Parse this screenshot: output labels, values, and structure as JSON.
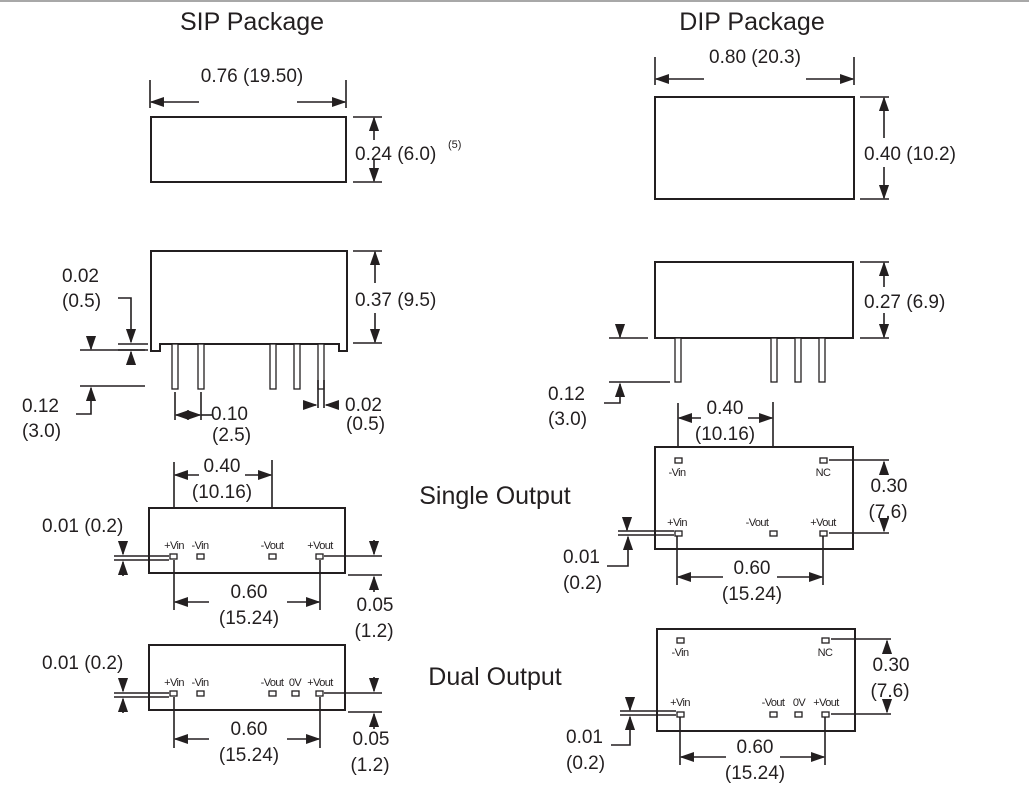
{
  "sip": {
    "title": "SIP Package",
    "top_view": {
      "width": "0.76 (19.50)",
      "height": "0.24 (6.0)",
      "height_note": "(5)"
    },
    "side_view": {
      "height": "0.37 (9.5)",
      "standoff_in": "0.02",
      "standoff_mm": "(0.5)",
      "pin_length_in": "0.12",
      "pin_length_mm": "(3.0)",
      "pitch_in": "0.10",
      "pitch_mm": "(2.5)",
      "pin_width_in": "0.02",
      "pin_width_mm": "(0.5)"
    },
    "single": {
      "spacing_in": "0.40",
      "spacing_mm": "(10.16)",
      "pad_size": "0.01 (0.2)",
      "pins": [
        "+Vin",
        "-Vin",
        "-Vout",
        "+Vout"
      ],
      "span_in": "0.60",
      "span_mm": "(15.24)",
      "edge_in": "0.05",
      "edge_mm": "(1.2)"
    },
    "dual": {
      "pad_size": "0.01 (0.2)",
      "pins": [
        "+Vin",
        "-Vin",
        "-Vout",
        "0V",
        "+Vout"
      ],
      "span_in": "0.60",
      "span_mm": "(15.24)",
      "edge_in": "0.05",
      "edge_mm": "(1.2)"
    }
  },
  "dip": {
    "title": "DIP Package",
    "top_view": {
      "width": "0.80 (20.3)",
      "height": "0.40 (10.2)"
    },
    "side_view": {
      "height": "0.27 (6.9)",
      "pin_length_in": "0.12",
      "pin_length_mm": "(3.0)",
      "spacing_in": "0.40",
      "spacing_mm": "(10.16)"
    },
    "single": {
      "pins_top": [
        "-Vin",
        "NC"
      ],
      "pins_bottom": [
        "+Vin",
        "-Vout",
        "+Vout"
      ],
      "row_in": "0.30",
      "row_mm": "(7.6)",
      "pad_in": "0.01",
      "pad_mm": "(0.2)",
      "span_in": "0.60",
      "span_mm": "(15.24)"
    },
    "dual": {
      "pins_top": [
        "-Vin",
        "NC"
      ],
      "pins_bottom": [
        "+Vin",
        "-Vout",
        "0V",
        "+Vout"
      ],
      "row_in": "0.30",
      "row_mm": "(7.6)",
      "pad_in": "0.01",
      "pad_mm": "(0.2)",
      "span_in": "0.60",
      "span_mm": "(15.24)"
    }
  },
  "labels": {
    "single_output": "Single Output",
    "dual_output": "Dual Output"
  }
}
